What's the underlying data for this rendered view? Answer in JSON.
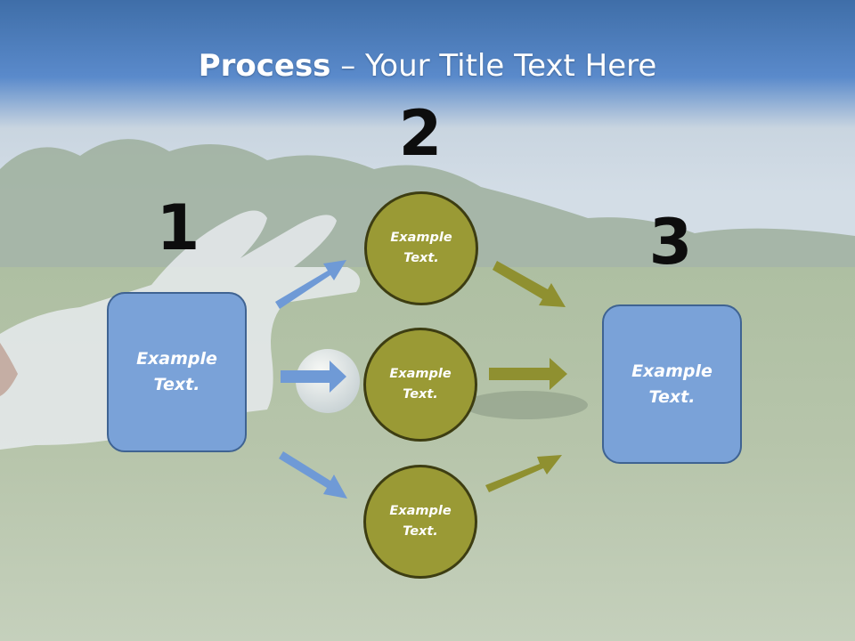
{
  "title": {
    "bold": "Process",
    "rest": " – Your Title Text Here"
  },
  "steps": {
    "one": "1",
    "two": "2",
    "three": "3"
  },
  "left_box": {
    "text": "Example\nText."
  },
  "right_box": {
    "text": "Example\nText."
  },
  "circles": [
    {
      "text": "Example\nText."
    },
    {
      "text": "Example\nText."
    },
    {
      "text": "Example\nText."
    }
  ],
  "colors": {
    "box_fill": "#7aa2d8",
    "box_border": "#3f6392",
    "circle_fill": "#9a9a35",
    "circle_border": "#3d3d12",
    "blue_arrow": "#6f9ad6",
    "olive_arrow": "#8f9030"
  }
}
